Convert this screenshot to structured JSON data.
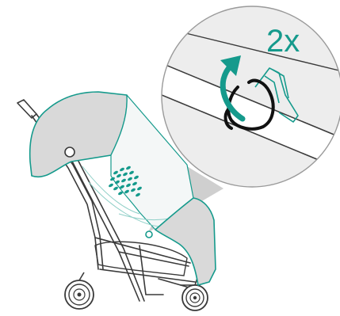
{
  "instruction": {
    "repeat_count_text": "2x"
  },
  "colors": {
    "accent": "#159A8C",
    "cover_fill": "#D9D9D9",
    "frame_stroke": "#3A3A3A",
    "zoom_bg": "#EDEDED",
    "zoom_outline": "#9A9A9A"
  },
  "icons": {
    "zoom_callout": "magnified-detail-circle",
    "rotation_arrow": "curved-arrow-icon",
    "wrap_strap": "loop-strap-icon",
    "stroller": "stroller-with-rain-cover"
  }
}
